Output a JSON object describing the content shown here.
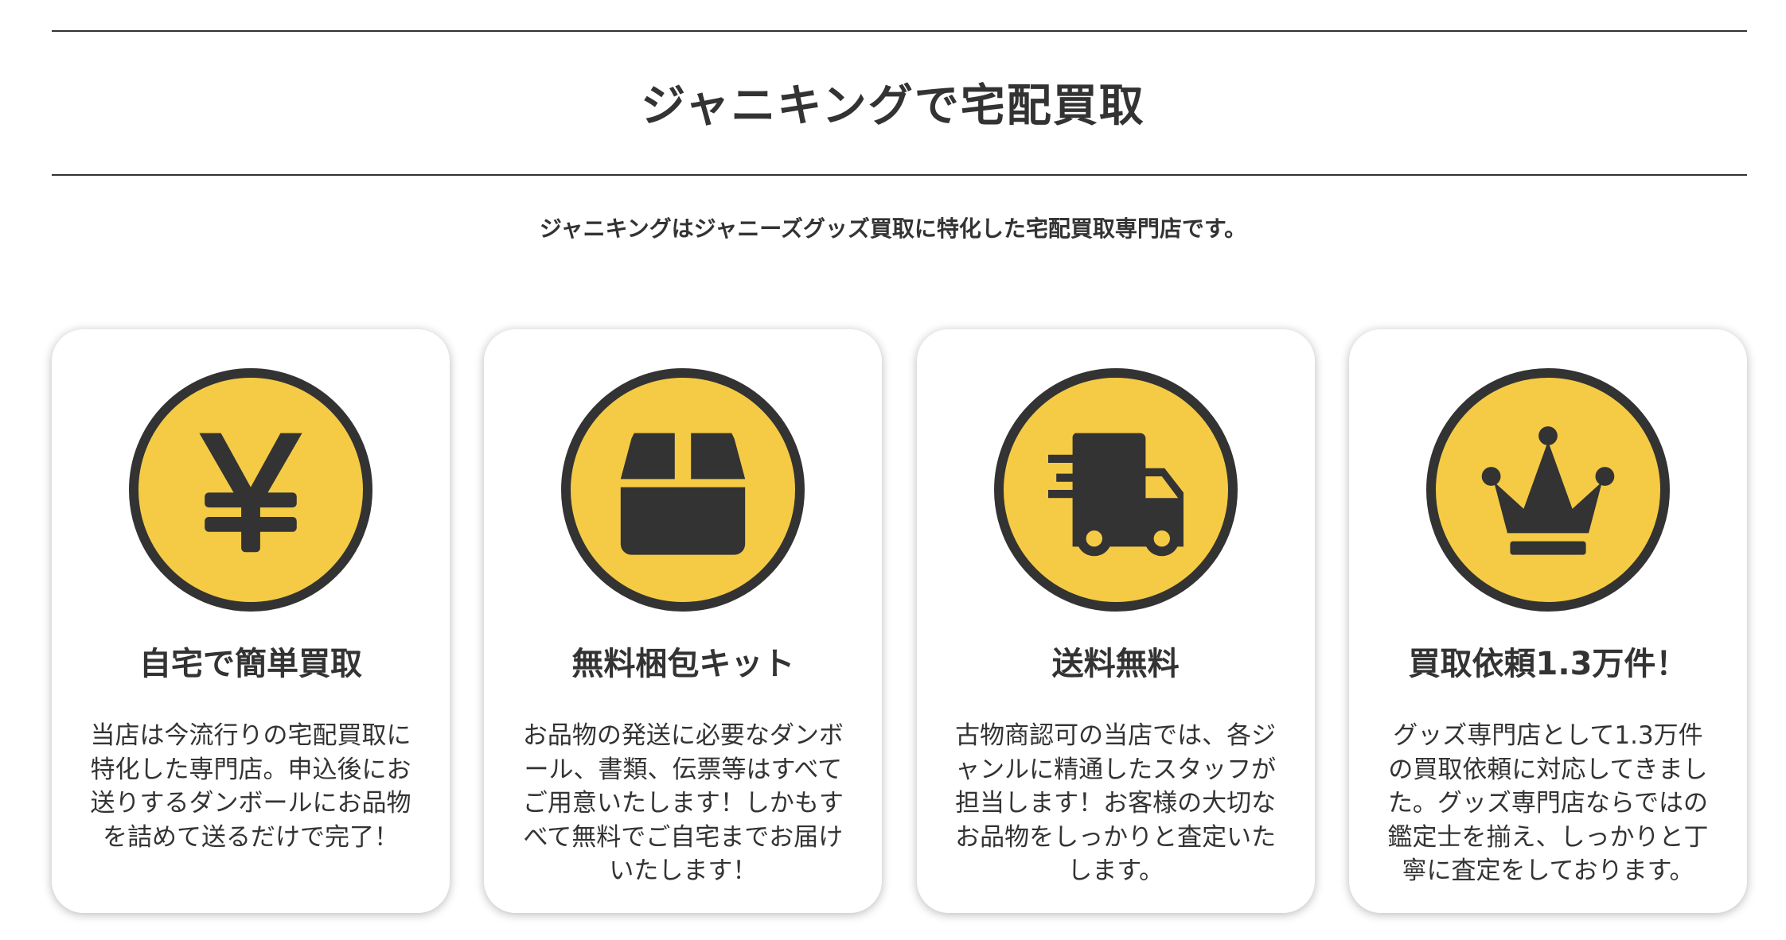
{
  "header": {
    "title": "ジャニキングで宅配買取",
    "subtitle": "ジャニキングはジャニーズグッズ買取に特化した宅配買取専門店です。"
  },
  "colors": {
    "accent": "#f5cb45",
    "dark": "#333333"
  },
  "cards": [
    {
      "icon": "yen-icon",
      "title": "自宅で簡単買取",
      "body": "当店は今流行りの宅配買取に特化した専門店。申込後にお送りするダンボールにお品物を詰めて送るだけで完了！"
    },
    {
      "icon": "box-icon",
      "title": "無料梱包キット",
      "body": "お品物の発送に必要なダンボール、書類、伝票等はすべてご用意いたします！しかもすべて無料でご自宅までお届けいたします！"
    },
    {
      "icon": "truck-icon",
      "title": "送料無料",
      "body": "古物商認可の当店では、各ジャンルに精通したスタッフが担当します！お客様の大切なお品物をしっかりと査定いたします。"
    },
    {
      "icon": "crown-icon",
      "title": "買取依頼1.3万件！",
      "body": "グッズ専門店として1.3万件の買取依頼に対応してきました。グッズ専門店ならではの鑑定士を揃え、しっかりと丁寧に査定をしております。"
    }
  ]
}
